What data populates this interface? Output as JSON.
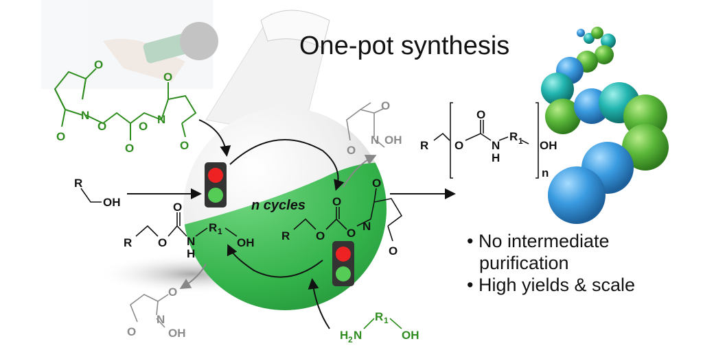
{
  "title": "One-pot synthesis",
  "cycle_label": "n cycles",
  "bullets": [
    "• No intermediate",
    "  purification",
    "• High yields & scale"
  ],
  "atoms": {
    "O": "O",
    "N": "N",
    "OH": "OH",
    "R": "R",
    "H": "H",
    "R1_R": "R",
    "R1_sub": "1",
    "H2N_H": "H",
    "H2N_2": "2",
    "H2N_N": "N",
    "n": "n"
  },
  "colors": {
    "flask_green": "#33b24a",
    "reagent_green": "#2e8b1e",
    "byproduct_gray": "#8a8a8a",
    "sphere_blue": "#3a9be0",
    "sphere_green": "#5bb83a",
    "sphere_teal": "#22b5b0"
  }
}
